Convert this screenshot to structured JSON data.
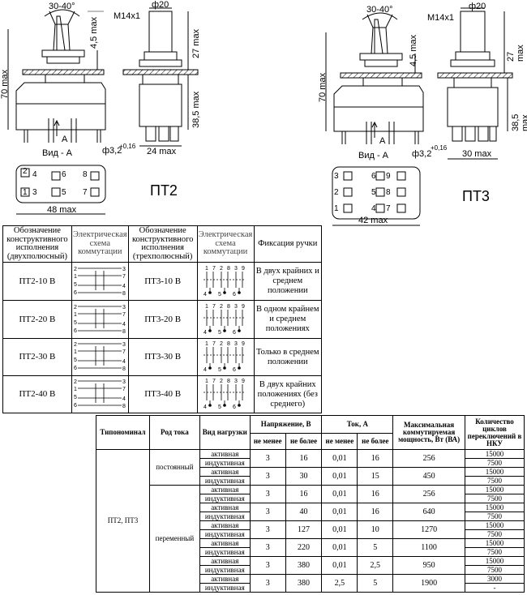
{
  "drawing_left": {
    "angle": "30-40°",
    "dia_top": "ф20",
    "thread": "М14х1",
    "dim_45": "4,5 max",
    "dim_27": "27 max",
    "dim_70": "70 max",
    "dim_385": "38,5 max",
    "view": "Вид - А",
    "arrow": "А",
    "hole": "ф3,2",
    "tol": "+0,16",
    "width_bottom": "24 max",
    "width_pins": "48 max",
    "model": "ПТ2",
    "pins": [
      "2",
      "4",
      "6",
      "1",
      "3",
      "5",
      "7",
      "8"
    ]
  },
  "drawing_right": {
    "angle": "30-40°",
    "dia_top": "ф20",
    "thread": "М14х1",
    "dim_45": "4,5 max",
    "dim_27": "27 max",
    "dim_70": "70 max",
    "dim_385": "38,5 max",
    "view": "Вид - А",
    "arrow": "А",
    "hole": "ф3,2",
    "tol": "+0,16",
    "width_bottom": "30 max",
    "width_pins": "42 max",
    "model": "ПТ3",
    "pins": [
      "3",
      "6",
      "9",
      "2",
      "5",
      "8",
      "1",
      "4",
      "7"
    ]
  },
  "table1": {
    "headers": [
      "Обозначение конструктивного исполнения (двухполюсный)",
      "Электрическая схема коммутации",
      "Обозначение конструктивного исполнения (трехполюсный)",
      "Электрическая схема коммутации",
      "Фиксация ручки"
    ],
    "rows": [
      {
        "pt2": "ПТ2-10 В",
        "pt3": "ПТ3-10 В",
        "fix": "В двух крайних и среднем положении"
      },
      {
        "pt2": "ПТ2-20 В",
        "pt3": "ПТ3-20 В",
        "fix": "В одном крайнем и среднем положениях"
      },
      {
        "pt2": "ПТ2-30 В",
        "pt3": "ПТ3-30 В",
        "fix": "Только в среднем положении"
      },
      {
        "pt2": "ПТ2-40 В",
        "pt3": "ПТ3-40 В",
        "fix": "В двух крайних положениях (без среднего)"
      }
    ],
    "schema2_pins": [
      "1",
      "3",
      "5",
      "7",
      "2",
      "4",
      "6",
      "8"
    ],
    "schema3_pins_top": [
      "1",
      "7",
      "2",
      "8",
      "3",
      "9"
    ],
    "schema3_pins_bottom": [
      "4",
      "5",
      "6"
    ]
  },
  "table2": {
    "headers": {
      "type": "Типономинал",
      "current_kind": "Род тока",
      "load": "Вид нагрузки",
      "voltage": "Напряжение, В",
      "current": "Ток, А",
      "min": "не менее",
      "max": "не более",
      "power": "Максимальная коммутируемая мощность, Вт (ВА)",
      "cycles": "Количество циклов переключений в НКУ"
    },
    "type_value": "ПТ2, ПТ3",
    "dc": "постоянный",
    "ac": "переменный",
    "active": "активная",
    "inductive": "индуктивная",
    "rows": [
      {
        "vmin": "3",
        "vmax": "16",
        "imin": "0,01",
        "imax": "16",
        "p": "256",
        "c1": "15000",
        "c2": "7500"
      },
      {
        "vmin": "3",
        "vmax": "30",
        "imin": "0,01",
        "imax": "15",
        "p": "450",
        "c1": "15000",
        "c2": "7500"
      },
      {
        "vmin": "3",
        "vmax": "16",
        "imin": "0,01",
        "imax": "16",
        "p": "256",
        "c1": "15000",
        "c2": "7500"
      },
      {
        "vmin": "3",
        "vmax": "40",
        "imin": "0,01",
        "imax": "16",
        "p": "640",
        "c1": "15000",
        "c2": "7500"
      },
      {
        "vmin": "3",
        "vmax": "127",
        "imin": "0,01",
        "imax": "10",
        "p": "1270",
        "c1": "15000",
        "c2": "7500"
      },
      {
        "vmin": "3",
        "vmax": "220",
        "imin": "0,01",
        "imax": "5",
        "p": "1100",
        "c1": "15000",
        "c2": "7500"
      },
      {
        "vmin": "3",
        "vmax": "380",
        "imin": "0,01",
        "imax": "2,5",
        "p": "950",
        "c1": "15000",
        "c2": "7500"
      },
      {
        "vmin": "3",
        "vmax": "380",
        "imin": "2,5",
        "imax": "5",
        "p": "1900",
        "c1": "3000",
        "c2": "-"
      }
    ]
  }
}
